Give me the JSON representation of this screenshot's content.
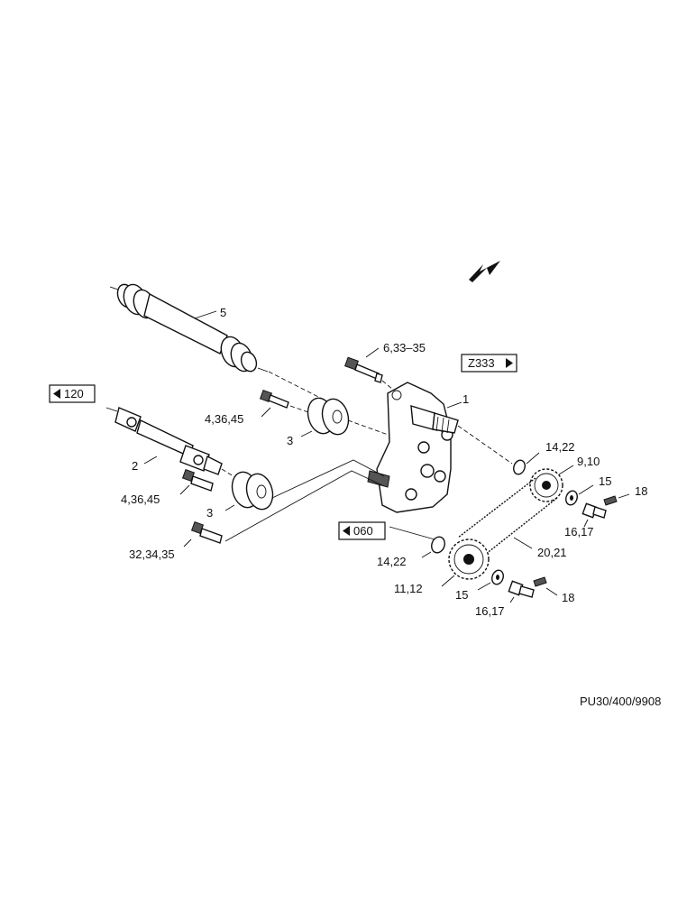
{
  "labels": {
    "p5": "5",
    "p6_33_35": "6,33–35",
    "z333": "Z333",
    "p1": "1",
    "r120": "120",
    "p4_36_45_a": "4,36,45",
    "p3_a": "3",
    "p2": "2",
    "p4_36_45_b": "4,36,45",
    "p3_b": "3",
    "p32_34_35": "32,34,35",
    "r060": "060",
    "p14_22_a": "14,22",
    "p9_10": "9,10",
    "p15_a": "15",
    "p18_a": "18",
    "p16_17_a": "16,17",
    "p20_21": "20,21",
    "p14_22_b": "14,22",
    "p11_12": "11,12",
    "p15_b": "15",
    "p18_b": "18",
    "p16_17_b": "16,17"
  },
  "footer": {
    "code": "PU30/400/9908"
  }
}
